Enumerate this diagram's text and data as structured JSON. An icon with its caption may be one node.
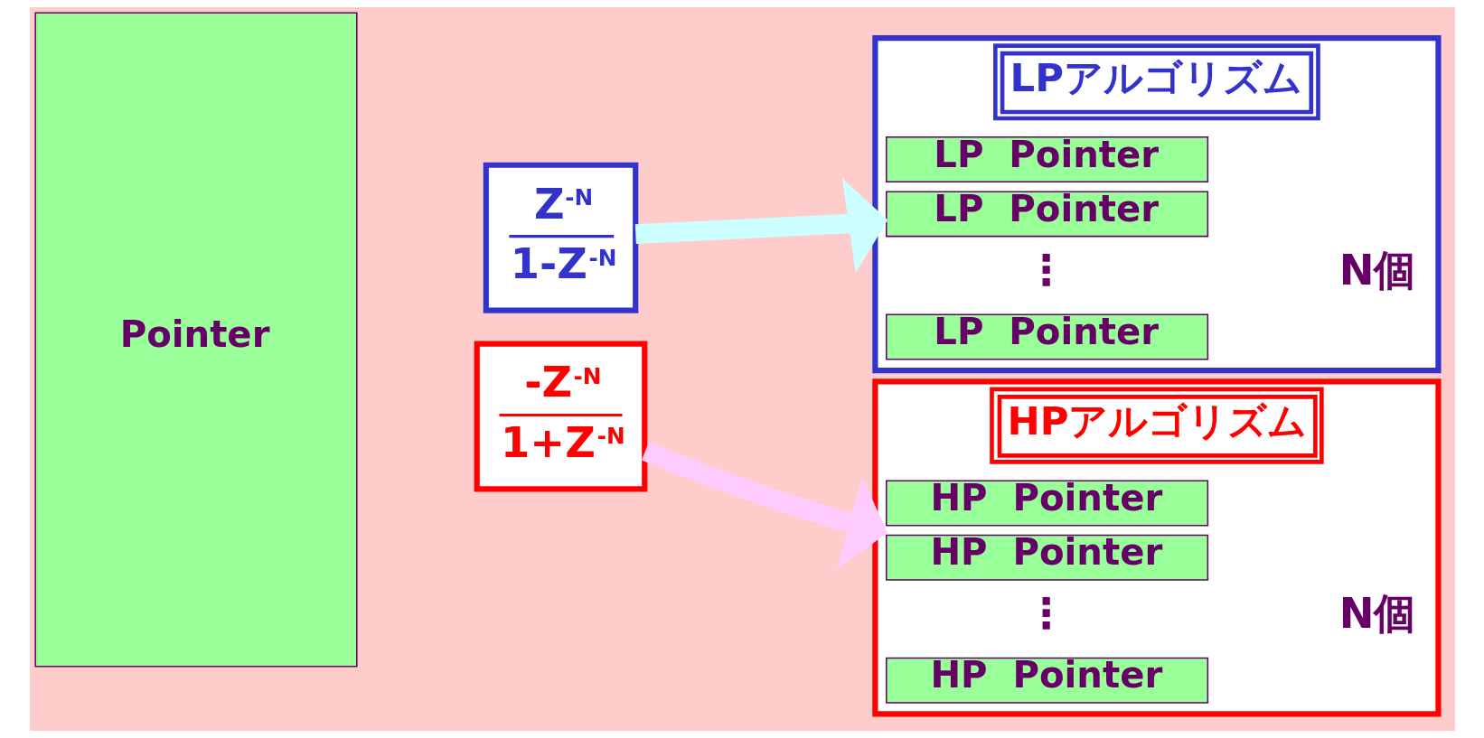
{
  "diagram": {
    "nodes": [
      {
        "text": [
          "Pointer"
        ]
      },
      {
        "text": [
          "Z$^{-N}$",
          "1-Z$^{-N}$"
        ]
      },
      {
        "text": [
          "LPアルゴリズム"
        ]
      },
      {
        "text": [
          "LP  Pointer"
        ],
        "in": 2
      },
      {
        "text": [
          "LP  Pointer"
        ],
        "in": 2
      },
      {
        "text": [
          "LP  Pointer"
        ],
        "in": 2
      },
      {
        "text": [
          "-Z$^{-N}$",
          "1+Z$^{-N}$"
        ]
      },
      {
        "text": [
          "HPアルゴリズム"
        ]
      },
      {
        "text": [
          "HP  Pointer"
        ],
        "in": 7
      },
      {
        "text": [
          "HP  Pointer"
        ],
        "in": 7
      },
      {
        "text": [
          "HP  Pointer"
        ],
        "in": 7
      }
    ],
    "edges": [
      {
        "from": 1,
        "to": 2,
        "arrow": "to",
        "color": "#ccffff"
      },
      {
        "from": 6,
        "to": 7,
        "arrow": "to",
        "color": "#ffccff"
      }
    ],
    "labels": [
      "⋮",
      "N個",
      "⋮",
      "N個"
    ]
  }
}
